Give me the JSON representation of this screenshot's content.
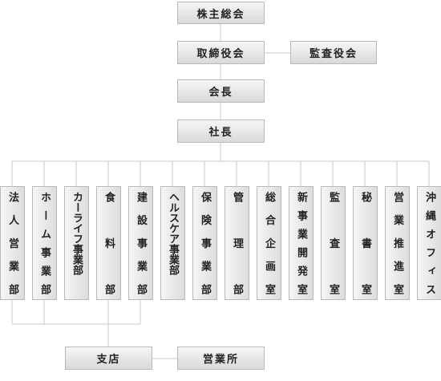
{
  "top": {
    "shareholders": "株主総会",
    "board": "取締役会",
    "auditors": "監査役会",
    "chairman": "会長",
    "president": "社長"
  },
  "departments": [
    {
      "label": "法人営業部"
    },
    {
      "label": "ホーム事業部"
    },
    {
      "label": "カーライフ事業部"
    },
    {
      "label": "食料部"
    },
    {
      "label": "建設事業部"
    },
    {
      "label": "ヘルスケア事業部"
    },
    {
      "label": "保険事業部"
    },
    {
      "label": "管理部"
    },
    {
      "label": "総合企画室"
    },
    {
      "label": "新事業開発室"
    },
    {
      "label": "監査室"
    },
    {
      "label": "秘書室"
    },
    {
      "label": "営業推進室"
    },
    {
      "label": "沖縄オフィス"
    }
  ],
  "bottom": {
    "branch": "支店",
    "sales_office": "営業所"
  },
  "colors": {
    "box_top": "#f6f6f6",
    "box_bottom": "#d9d9d9",
    "border": "#b9b9b9",
    "line": "#c8c8c8",
    "text": "#222222"
  }
}
